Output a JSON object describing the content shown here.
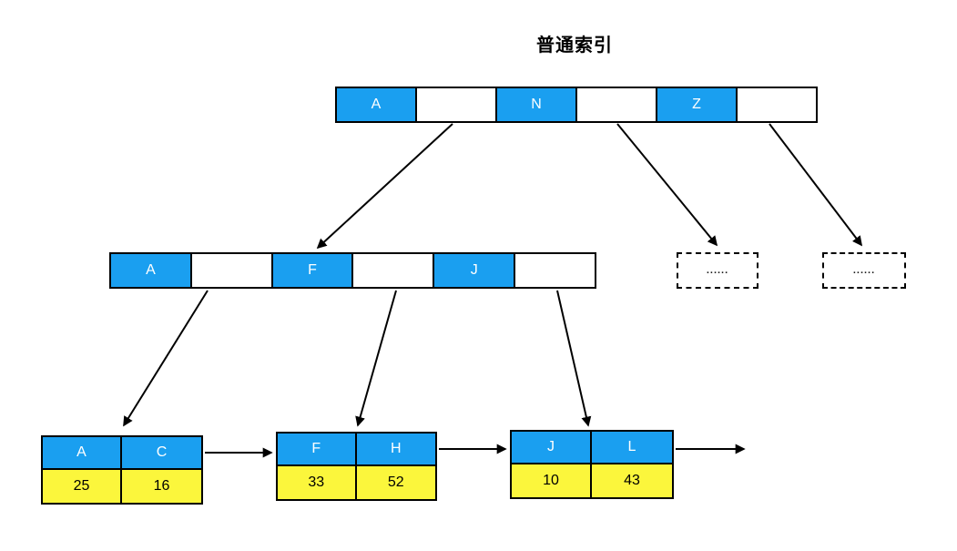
{
  "title": "普通索引",
  "colors": {
    "key_blue": "#1A9FF0",
    "value_yellow": "#FBF63C",
    "line_black": "#000000"
  },
  "diagram": {
    "type": "btree-index",
    "root_node": {
      "cells": [
        "A",
        "",
        "N",
        "",
        "Z",
        ""
      ]
    },
    "internal_node": {
      "cells": [
        "A",
        "",
        "F",
        "",
        "J",
        ""
      ]
    },
    "placeholders": [
      {
        "label": "......"
      },
      {
        "label": "......"
      }
    ],
    "leaf_nodes": [
      {
        "keys": [
          "A",
          "C"
        ],
        "values": [
          "25",
          "16"
        ]
      },
      {
        "keys": [
          "F",
          "H"
        ],
        "values": [
          "33",
          "52"
        ]
      },
      {
        "keys": [
          "J",
          "L"
        ],
        "values": [
          "10",
          "43"
        ]
      }
    ]
  }
}
